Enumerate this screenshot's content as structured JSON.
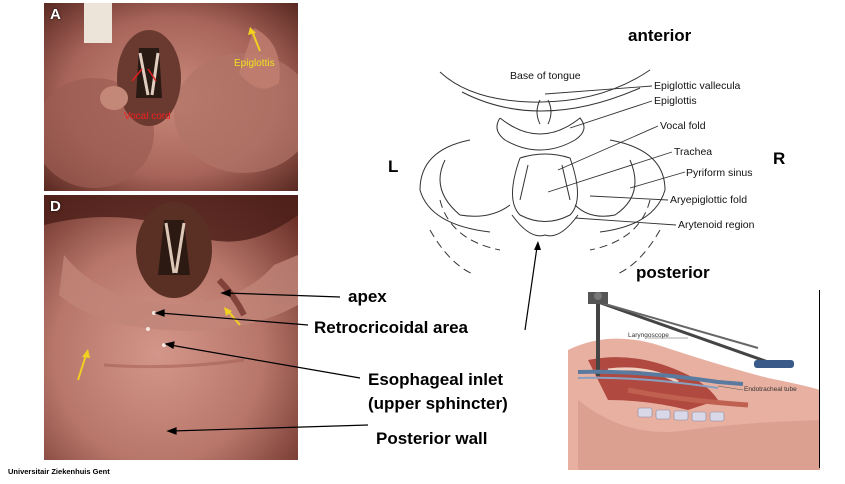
{
  "photo_top": {
    "letter": "A",
    "labels": {
      "epiglottis": "Epiglottis",
      "vocal_cord": "Vocal cord"
    }
  },
  "photo_bottom": {
    "letter": "D"
  },
  "bottom_labels": {
    "apex": "apex",
    "retrocricoidal": "Retrocricoidal area",
    "esophageal_line1": "Esophageal inlet",
    "esophageal_line2": "(upper sphincter)",
    "posterior_wall": "Posterior wall"
  },
  "diagram": {
    "anterior": "anterior",
    "posterior": "posterior",
    "left": "L",
    "right": "R",
    "base_of_tongue": "Base of tongue",
    "labels": [
      "Epiglottic vallecula",
      "Epiglottis",
      "Vocal fold",
      "Trachea",
      "Pyriform sinus",
      "Aryepiglottic fold",
      "Arytenoid region"
    ]
  },
  "illustration": {
    "laryngoscope": "Laryngoscope",
    "endotracheal_tube": "Endotracheal tube"
  },
  "footer": "Universitair Ziekenhuis Gent"
}
